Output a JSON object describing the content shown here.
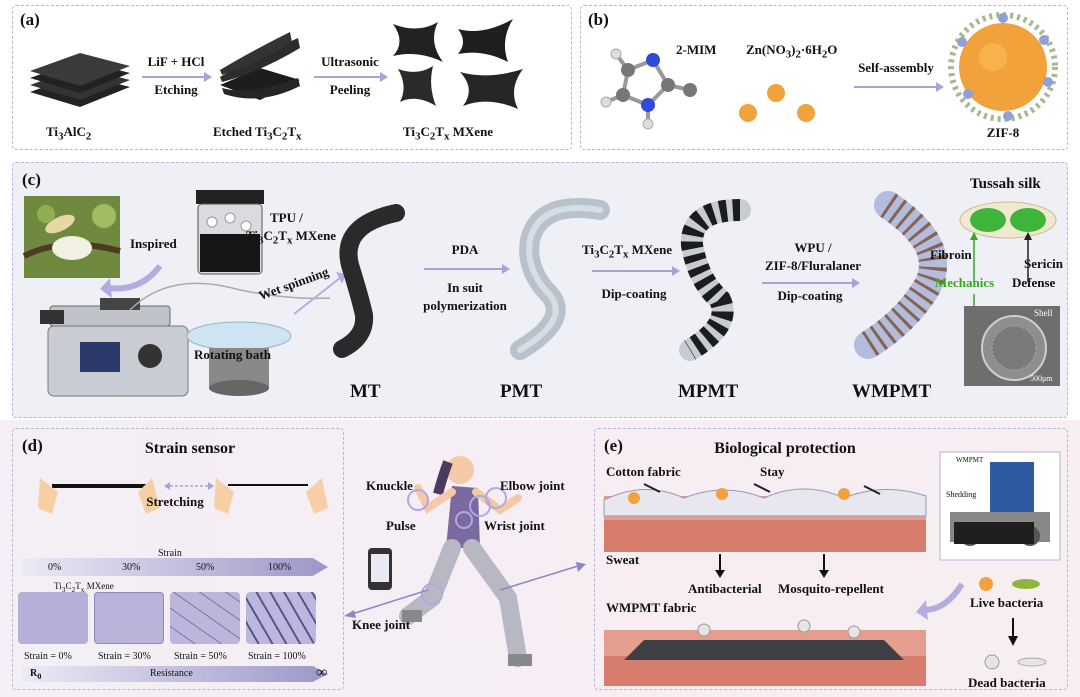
{
  "panel_a": {
    "label": "(a)",
    "step1_top": "LiF + HCl",
    "step1_bottom": "Etching",
    "step2_top": "Ultrasonic",
    "step2_bottom": "Peeling",
    "cap_ti3alc2": "Ti3AlC2",
    "cap_etched": "Etched Ti3C2Tx",
    "cap_mxene": "Ti3C2Tx MXene"
  },
  "panel_b": {
    "label": "(b)",
    "mim": "2-MIM",
    "zn": "Zn(NO3)2·6H2O",
    "arrow": "Self-assembly",
    "zif": "ZIF-8"
  },
  "panel_c": {
    "label": "(c)",
    "inspired": "Inspired",
    "tpu_line1": "TPU /",
    "tpu_line2": "Ti3C2Tx MXene",
    "wet_spinning": "Wet spinning",
    "rotating_bath": "Rotating bath",
    "pda": "PDA",
    "in_suit": "In suit",
    "polymerization": "polymerization",
    "mxene": "Ti3C2Tx MXene",
    "dip1": "Dip-coating",
    "wpu": "WPU /",
    "zif_flu": "ZIF-8/Fluralaner",
    "dip2": "Dip-coating",
    "tussah": "Tussah silk",
    "fibroin": "Fibroin",
    "sericin": "Sericin",
    "mechanics": "Mechanics",
    "defense": "Defense",
    "shell": "Shell",
    "scale": "500μm",
    "mt": "MT",
    "pmt": "PMT",
    "mpmt": "MPMT",
    "wmpmt": "WMPMT"
  },
  "panel_d": {
    "label": "(d)",
    "title": "Strain sensor",
    "stretching": "Stretching",
    "strain_label": "Strain",
    "ticks": [
      "0%",
      "30%",
      "50%",
      "100%"
    ],
    "mxene_note": "Ti3C2Tx MXene",
    "captions": [
      "Strain = 0%",
      "Strain = 30%",
      "Strain = 50%",
      "Strain = 100%"
    ],
    "r0": "R0",
    "resistance": "Resistance",
    "infinity": "∞"
  },
  "panel_runner": {
    "knuckle": "Knuckle",
    "elbow": "Elbow joint",
    "pulse": "Pulse",
    "wrist": "Wrist joint",
    "knee": "Knee joint"
  },
  "panel_e": {
    "label": "(e)",
    "title": "Biological protection",
    "cotton": "Cotton fabric",
    "stay": "Stay",
    "sweat": "Sweat",
    "antibacterial": "Antibacterial",
    "mosquito": "Mosquito-repellent",
    "wmpmt_fabric": "WMPMT fabric",
    "shedding": "Shedding",
    "machine_tag": "WMPMT",
    "live": "Live bacteria",
    "dead": "Dead bacteria"
  },
  "colors": {
    "panel_border": "#b9b3d6",
    "arrow": "#a8a3d6",
    "green_label": "#3aa620",
    "zif_orange": "#f2a23a",
    "fiber_dark": "#2a2a2a",
    "fiber_grey": "#b9c2cc"
  }
}
